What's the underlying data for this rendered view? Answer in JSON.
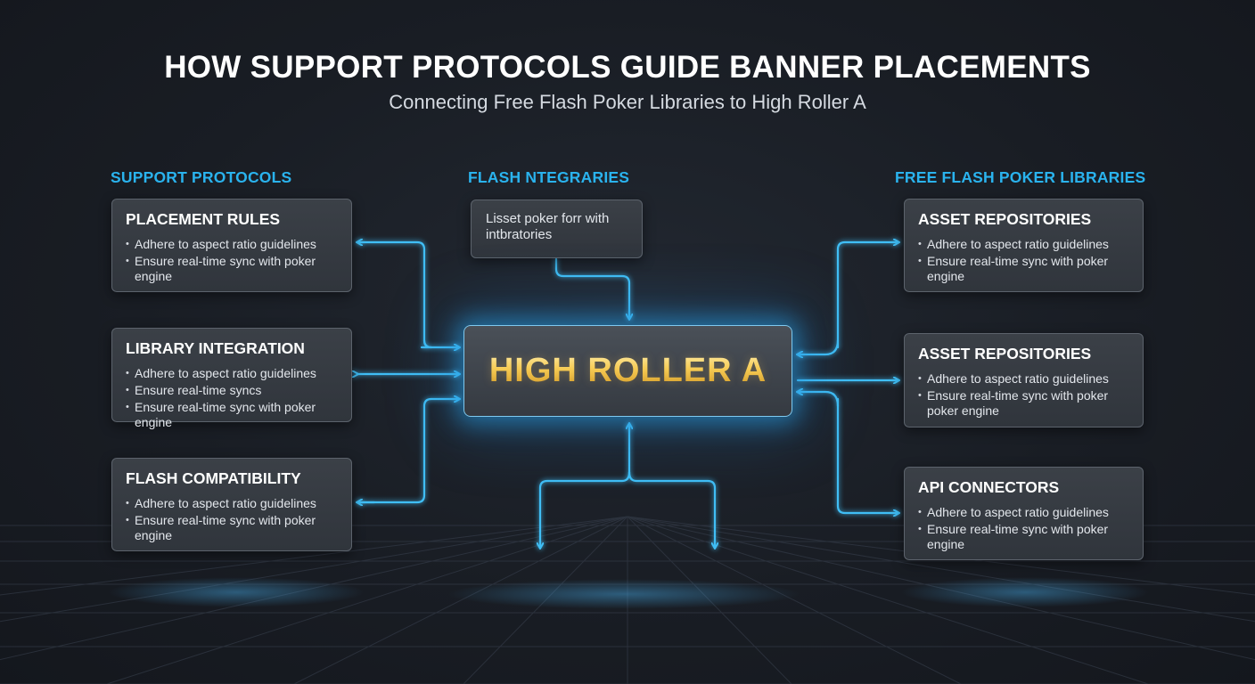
{
  "header": {
    "title": "HOW SUPPORT PROTOCOLS GUIDE BANNER PLACEMENTS",
    "subtitle": "Connecting Free Flash Poker Libraries to High Roller A"
  },
  "sections": {
    "left": "SUPPORT PROTOCOLS",
    "center": "FLASH NTEGRARIES",
    "right": "FREE FLASH POKER LIBRARIES"
  },
  "left_cards": [
    {
      "title": "PLACEMENT RULES",
      "bullets": [
        "Adhere to aspect ratio guidelines",
        "Ensure real-time sync with poker",
        "engine"
      ]
    },
    {
      "title": "LIBRARY INTEGRATION",
      "bullets": [
        "Adhere to aspect ratio guidelines",
        "Ensure real-time syncs",
        "Ensure real-time sync with poker engine"
      ]
    },
    {
      "title": "FLASH COMPATIBILITY",
      "bullets": [
        "Adhere to aspect ratio guidelines",
        "Ensure real-time sync with poker",
        "engine"
      ]
    }
  ],
  "center_note": {
    "line1": "Lisset poker forr with",
    "line2": "intbratories"
  },
  "hub": {
    "label": "HIGH ROLLER A"
  },
  "right_cards": [
    {
      "title": "ASSET REPOSITORIES",
      "bullets": [
        "Adhere to aspect ratio guidelines",
        "Ensure real-time sync with poker",
        "engine"
      ]
    },
    {
      "title": "ASSET REPOSITORIES",
      "bullets": [
        "Adhere to aspect ratio guidelines",
        "Ensure real-time sync with poker",
        "poker engine"
      ]
    },
    {
      "title": "API CONNECTORS",
      "bullets": [
        "Adhere to aspect ratio guidelines",
        "Ensure real-time sync with poker",
        "engine"
      ]
    }
  ],
  "colors": {
    "background": "#191d24",
    "accent": "#2ab3ee",
    "connector": "#3fbef5",
    "hub_text": "#f2c64a",
    "card": "#363b42"
  }
}
